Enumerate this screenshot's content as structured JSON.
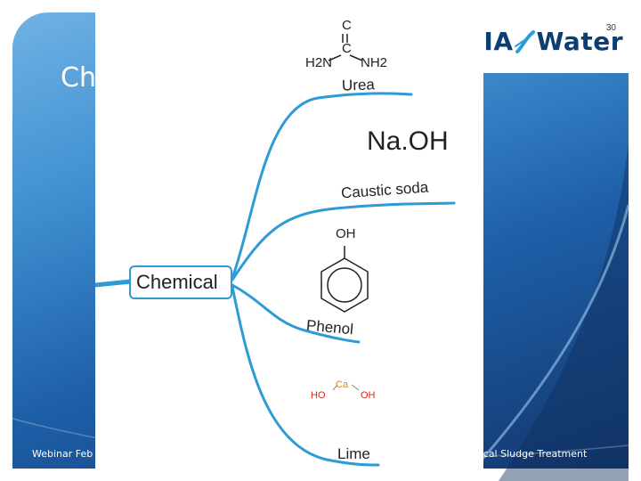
{
  "slide": {
    "page_number": "30",
    "title": "Ch",
    "footer_left": "Webinar Feb",
    "footer_right": "ecal Sludge Treatment"
  },
  "logo": {
    "left_text": "VIA",
    "right_text": "Water",
    "colors": {
      "primary": "#0b3f73",
      "accent": "#2e9bd6"
    }
  },
  "mindmap": {
    "root": "Chemical",
    "branches": [
      {
        "label": "Urea"
      },
      {
        "label": "Na.OH"
      },
      {
        "label": "Caustic soda"
      },
      {
        "label": "Phenol"
      },
      {
        "label": "Lime"
      }
    ],
    "urea_structure": {
      "top": "C",
      "center": "C",
      "left": "H2N",
      "right": "NH2"
    },
    "phenol_structure": {
      "group": "OH"
    },
    "lime_structure": {
      "center": "Ca",
      "left": "HO",
      "right": "OH"
    },
    "branch_color": "#2e9bd6"
  }
}
